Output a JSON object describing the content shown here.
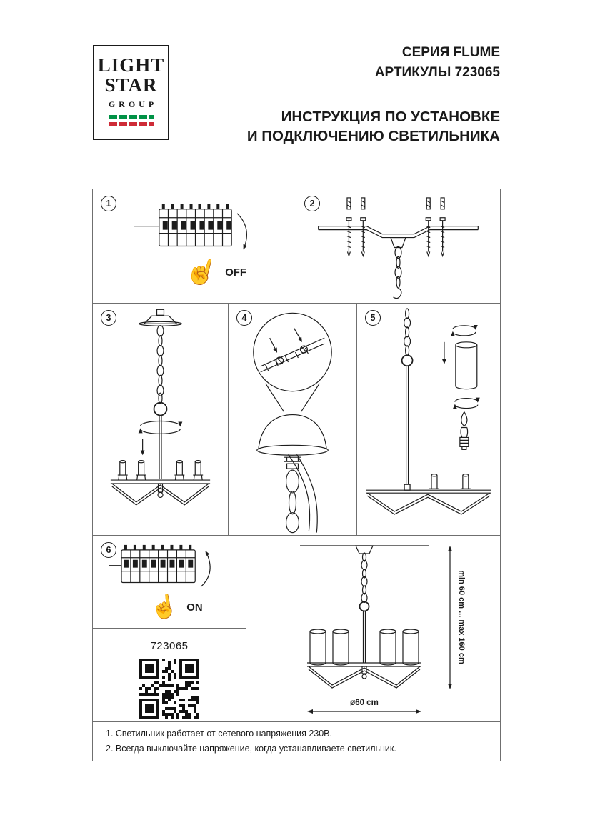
{
  "logo": {
    "line1": "LIGHT",
    "line2": "STAR",
    "line3": "GROUP"
  },
  "header": {
    "series": "СЕРИЯ FLUME",
    "articles": "АРТИКУЛЫ 723065",
    "instruction_line1": "ИНСТРУКЦИЯ ПО УСТАНОВКЕ",
    "instruction_line2": "И ПОДКЛЮЧЕНИЮ СВЕТИЛЬНИКА"
  },
  "steps": [
    {
      "number": "1",
      "label": "OFF"
    },
    {
      "number": "2"
    },
    {
      "number": "3"
    },
    {
      "number": "4"
    },
    {
      "number": "5"
    },
    {
      "number": "6",
      "label": "ON"
    }
  ],
  "product": {
    "article_code": "723065"
  },
  "dimensions": {
    "height_range": "min 60 cm ... max 160 cm",
    "diameter": "ø60 cm"
  },
  "footnotes": [
    "1. Светильник работает от сетевого напряжения 230В.",
    "2. Всегда выключайте напряжение, когда устанавливаете светильник."
  ],
  "colors": {
    "line": "#1d1d1d",
    "flag_green": "#009246",
    "flag_red": "#ce2b37",
    "border": "#6f6f6f"
  }
}
